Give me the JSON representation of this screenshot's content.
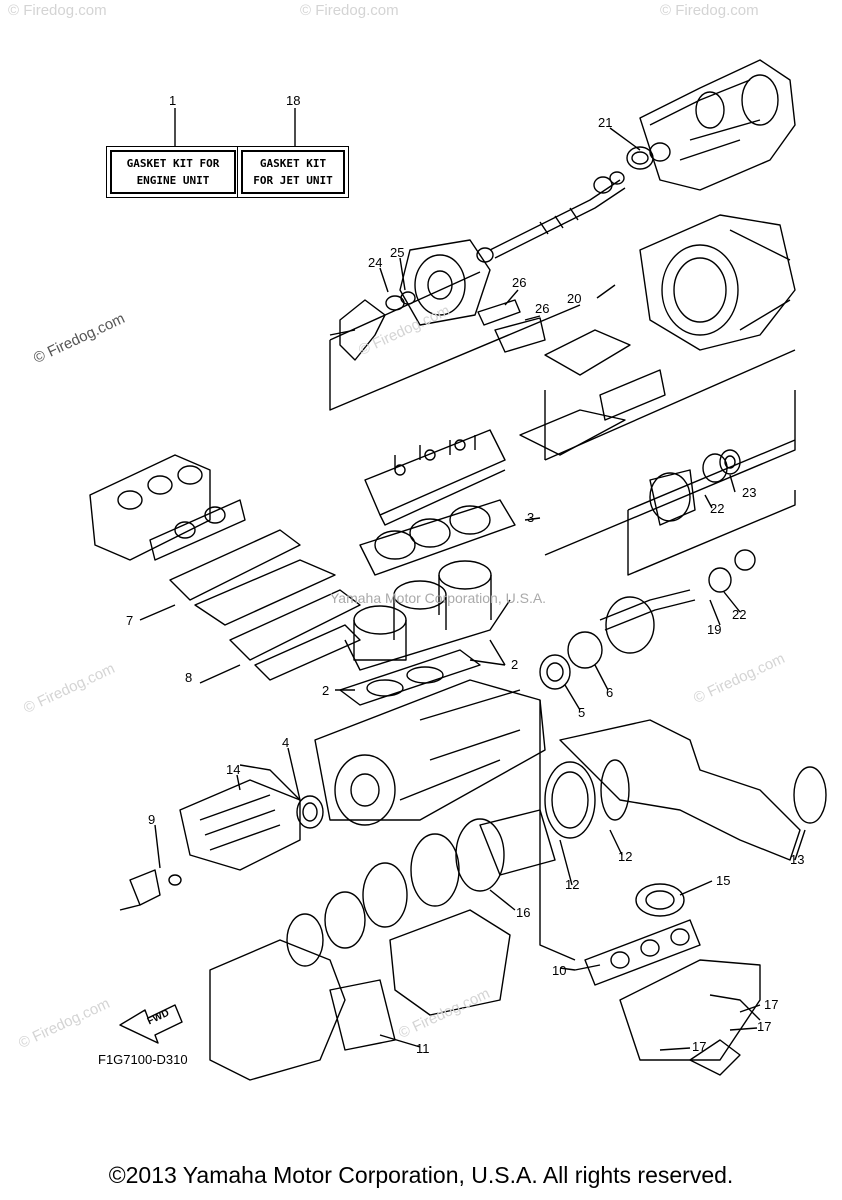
{
  "labels": {
    "engine_kit": [
      "GASKET KIT FOR",
      "ENGINE UNIT"
    ],
    "jet_kit": [
      "GASKET KIT",
      "FOR JET UNIT"
    ]
  },
  "callouts": {
    "c1": "1",
    "c18": "18",
    "c21": "21",
    "c24": "24",
    "c25": "25",
    "c26a": "26",
    "c26b": "26",
    "c20": "20",
    "c3": "3",
    "c23": "23",
    "c22a": "22",
    "c22b": "22",
    "c19": "19",
    "c7": "7",
    "c2a": "2",
    "c2b": "2",
    "c8": "8",
    "c6": "6",
    "c5": "5",
    "c4": "4",
    "c14": "14",
    "c9": "9",
    "c12a": "12",
    "c12b": "12",
    "c13": "13",
    "c15": "15",
    "c16": "16",
    "c10": "10",
    "c17a": "17",
    "c17b": "17",
    "c17c": "17",
    "c11": "11"
  },
  "fwd_label": "FWD",
  "diagram_code": "F1G7100-D310",
  "watermark": "© Firedog.com",
  "faint_copyright": "Yamaha Motor Corporation, U.S.A.",
  "footer": "©2013 Yamaha Motor Corporation, U.S.A. All rights reserved."
}
